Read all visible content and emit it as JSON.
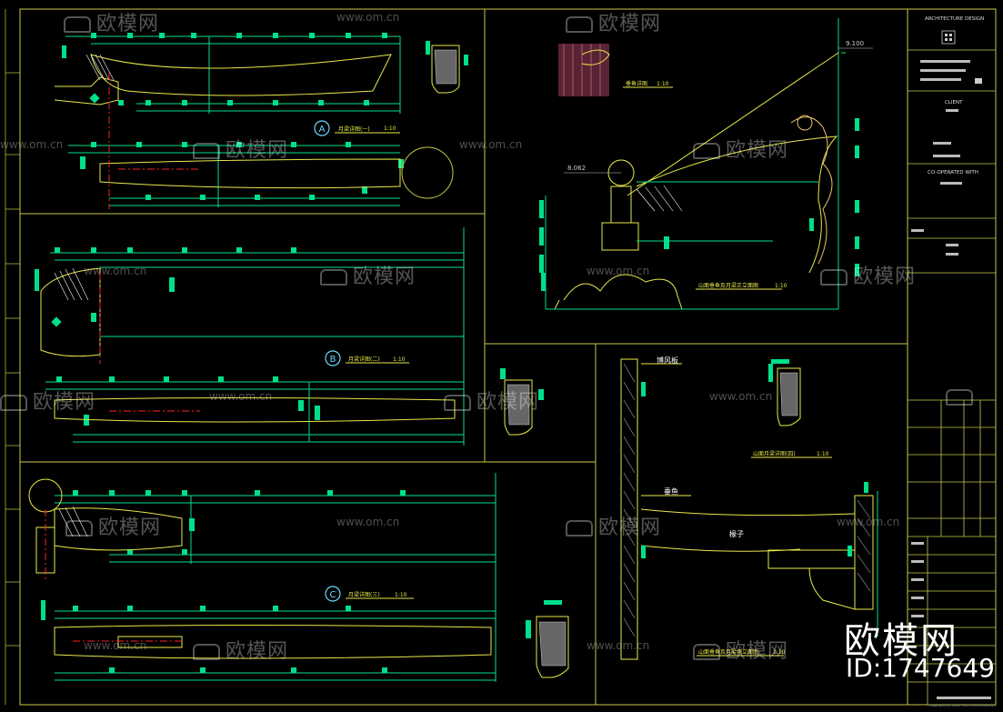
{
  "title_block": {
    "header": "ARCHITECTURE DESIGN",
    "client": "CLIENT",
    "cooperated": "CO-OPERATED WITH",
    "copyright": "Copyright (C) 2009, CICC 2009 A0024021"
  },
  "labels": {
    "section_a_circle": "A",
    "section_b_circle": "B",
    "section_c_circle": "C",
    "dim_top_right": "9.100",
    "dim_mid": "8.062",
    "scale_a": "1:10",
    "scale_b": "1:10",
    "scale_c": "1:10",
    "scale_detail": "1:10",
    "scale_right_mid": "1:10",
    "scale_right_low": "1:10",
    "scale_bottom": "1:10",
    "label_fengban": "博风板",
    "label_chuiyu": "垂鱼",
    "label_chuanzi": "椽子"
  },
  "watermarks": {
    "brand": "欧模网",
    "url": "www.om.cn",
    "big_brand": "欧模网",
    "id": "ID:1747649"
  },
  "colors": {
    "background": "#000000",
    "frame": "#c8c84a",
    "dimension_green": "#00e08a",
    "drawing_yellow": "#e8e84a",
    "red_centerline": "#ff2020",
    "circle_cyan": "#6ad8ff"
  }
}
